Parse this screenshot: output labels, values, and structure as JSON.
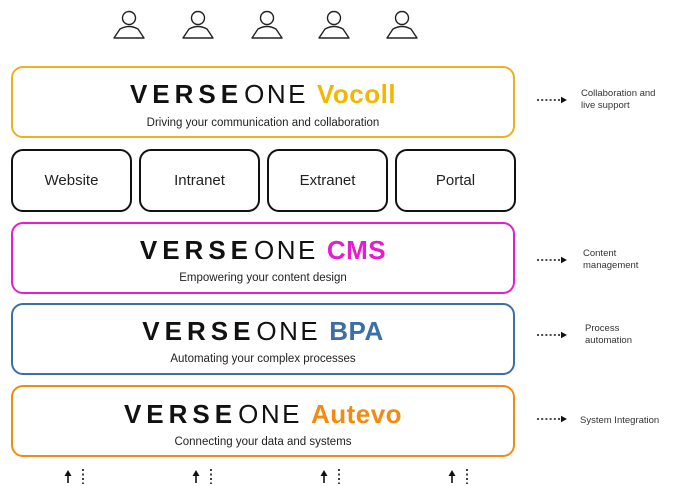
{
  "layers": [
    {
      "brand_bold": "VERSE",
      "brand_light": "ONE",
      "product": "Vocoll",
      "product_color": "#f2b705",
      "border_color": "#e8b31c",
      "tagline": "Driving your communication and collaboration",
      "note": "Collaboration and\nlive support"
    },
    {
      "brand_bold": "VERSE",
      "brand_light": "ONE",
      "product": "CMS",
      "product_color": "#e81ccf",
      "border_color": "#e81ccf",
      "tagline": "Empowering your content design",
      "note": "Content\nmanagement"
    },
    {
      "brand_bold": "VERSE",
      "brand_light": "ONE",
      "product": "BPA",
      "product_color": "#3b6fa6",
      "border_color": "#3b6fa6",
      "tagline": "Automating your complex processes",
      "note": "Process\nautomation"
    },
    {
      "brand_bold": "VERSE",
      "brand_light": "ONE",
      "product": "Autevo",
      "product_color": "#f28c10",
      "border_color": "#f28c10",
      "tagline": "Connecting your data and systems",
      "note": "System Integration"
    }
  ],
  "channels": [
    "Website",
    "Intranet",
    "Extranet",
    "Portal"
  ],
  "icons": {
    "user": "user-icon",
    "note_arrow": "dotted-arrow-right-icon",
    "bottom_arrow": "up-arrow-dotted-icon"
  }
}
